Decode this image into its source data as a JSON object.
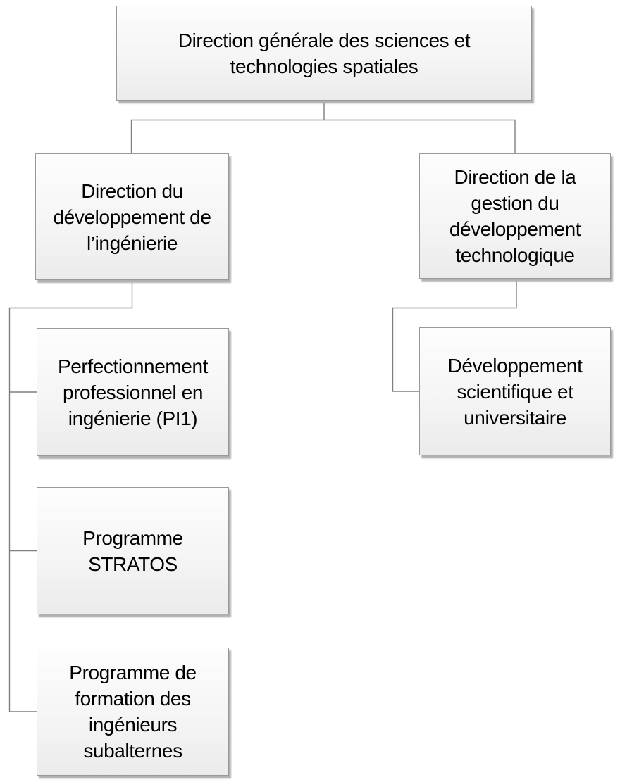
{
  "diagram_type": "org-chart",
  "nodes": [
    {
      "id": "dgst",
      "label": "Direction générale des sciences et\ntechnologies spatiales",
      "parent": null
    },
    {
      "id": "ddi",
      "label": "Direction du\ndéveloppement de\nl’ingénierie",
      "parent": "dgst"
    },
    {
      "id": "ppi1",
      "label": "Perfectionnement\nprofessionnel en\ningénierie (PI1)",
      "parent": "ddi"
    },
    {
      "id": "ps",
      "label": "Programme\nSTRATOS",
      "parent": "ddi"
    },
    {
      "id": "pfis",
      "label": "Programme de\nformation des\ningénieurs\nsubalternes",
      "parent": "ddi"
    },
    {
      "id": "dgdt",
      "label": "Direction de la\ngestion du\ndéveloppement\ntechnologique",
      "parent": "dgst"
    },
    {
      "id": "dsu",
      "label": "Développement\nscientifique et\nuniversitaire",
      "parent": "dgdt"
    }
  ],
  "edges": [
    {
      "from": "dgst",
      "to": "ddi"
    },
    {
      "from": "dgst",
      "to": "dgdt"
    },
    {
      "from": "ddi",
      "to": "ppi1"
    },
    {
      "from": "ddi",
      "to": "ps"
    },
    {
      "from": "ddi",
      "to": "pfis"
    },
    {
      "from": "dgdt",
      "to": "dsu"
    }
  ],
  "colors": {
    "background": "#ffffff",
    "text": "#000000",
    "box_border": "#999999",
    "box_fill_top": "#fdfdfd",
    "box_fill_bottom": "#ebebeb",
    "connector": "#7f7f7f",
    "shadow": "#b0b0b0"
  }
}
